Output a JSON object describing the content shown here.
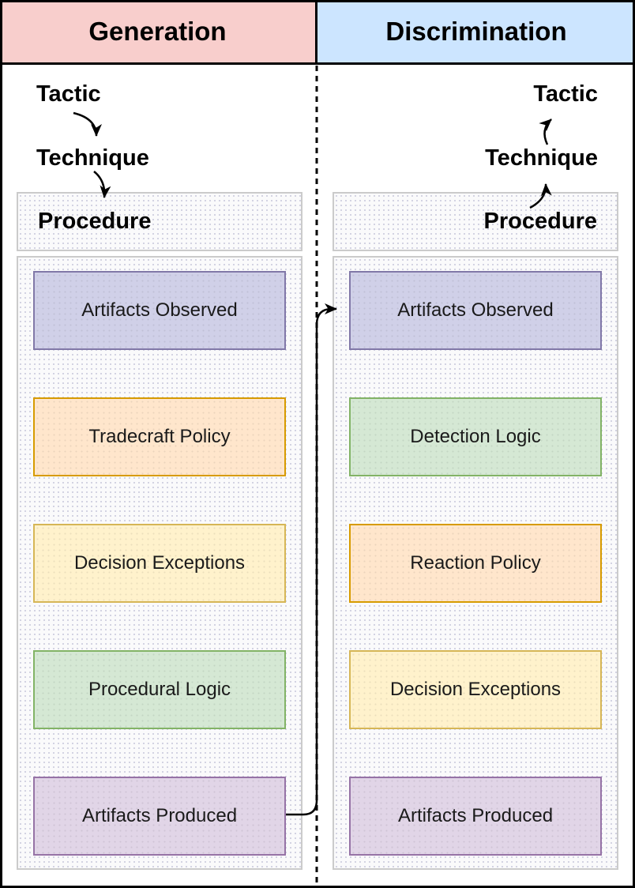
{
  "header": {
    "left_label": "Generation",
    "right_label": "Discrimination",
    "left_bg": "#F8CECC",
    "right_bg": "#CCE5FF"
  },
  "labels": {
    "tactic": "Tactic",
    "technique": "Technique",
    "procedure": "Procedure"
  },
  "generation": {
    "boxes": [
      {
        "label": "Artifacts Observed",
        "fill": "#D0D0E8",
        "border": "#8178A8"
      },
      {
        "label": "Tradecraft Policy",
        "fill": "#FFE6CC",
        "border": "#D79B00"
      },
      {
        "label": "Decision Exceptions",
        "fill": "#FFF2CC",
        "border": "#D6B656"
      },
      {
        "label": "Procedural Logic",
        "fill": "#D5E8D4",
        "border": "#82B366"
      },
      {
        "label": "Artifacts Produced",
        "fill": "#E1D5E7",
        "border": "#9673A6"
      }
    ]
  },
  "discrimination": {
    "boxes": [
      {
        "label": "Artifacts Observed",
        "fill": "#D0D0E8",
        "border": "#8178A8"
      },
      {
        "label": "Detection Logic",
        "fill": "#D5E8D4",
        "border": "#82B366"
      },
      {
        "label": "Reaction Policy",
        "fill": "#FFE6CC",
        "border": "#D79B00"
      },
      {
        "label": "Decision Exceptions",
        "fill": "#FFF2CC",
        "border": "#D6B656"
      },
      {
        "label": "Artifacts Produced",
        "fill": "#E1D5E7",
        "border": "#9673A6"
      }
    ]
  },
  "divider_color": "#000000",
  "arrow_color": "#000000"
}
